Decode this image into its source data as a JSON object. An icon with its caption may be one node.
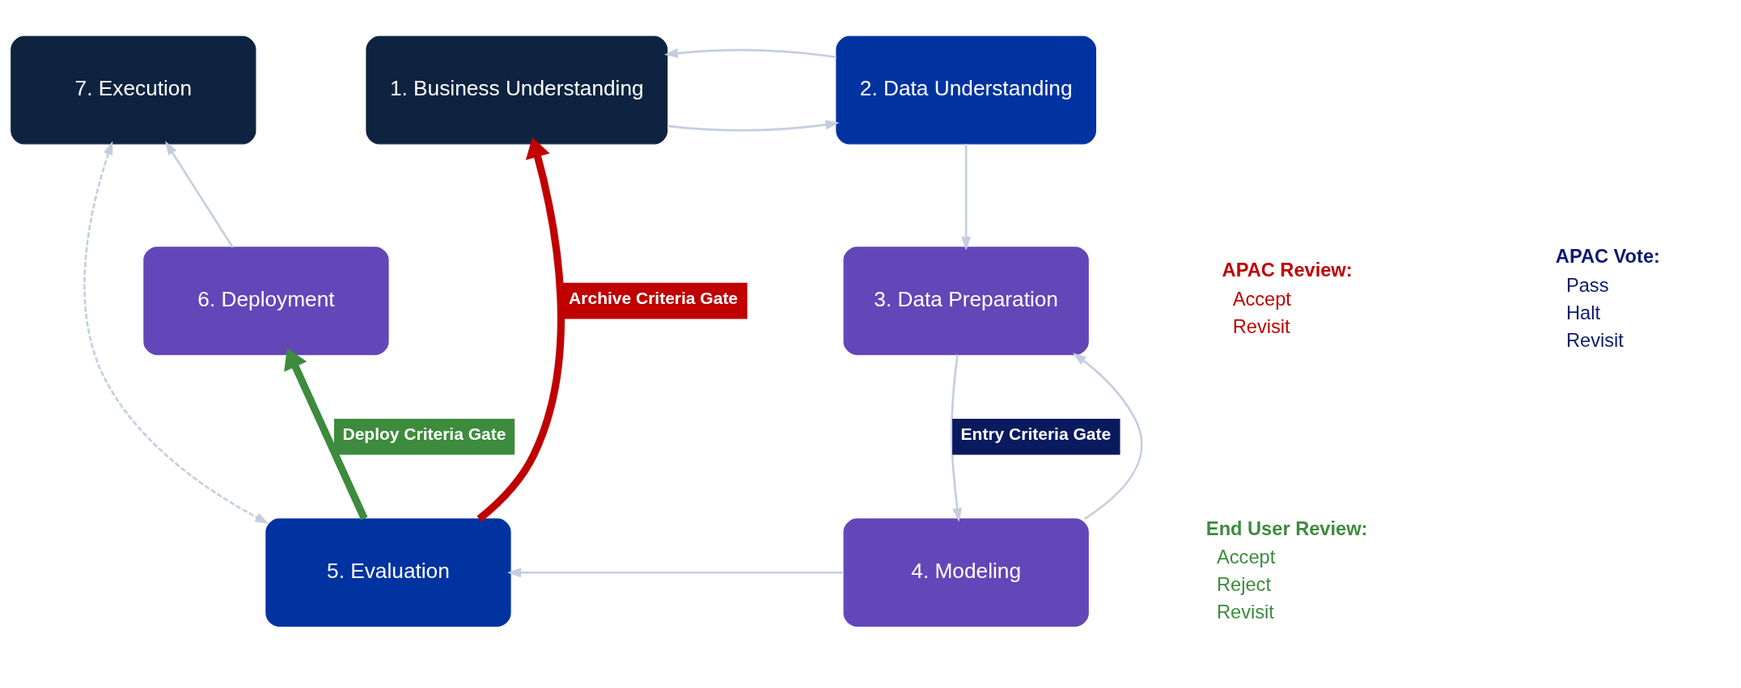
{
  "diagram": {
    "nodes": [
      {
        "text": [
          "7. Execution"
        ]
      },
      {
        "text": [
          "1. Business Understanding"
        ]
      },
      {
        "text": [
          "2. Data Understanding"
        ]
      },
      {
        "text": [
          "6. Deployment"
        ]
      },
      {
        "text": [
          "3. Data Preparation"
        ]
      },
      {
        "text": [
          "5. Evaluation"
        ]
      },
      {
        "text": [
          "4. Modeling"
        ]
      }
    ],
    "edges": [
      {
        "from": 1,
        "to": 2,
        "arrow": "to"
      },
      {
        "from": 2,
        "to": 1,
        "arrow": "to"
      },
      {
        "from": 2,
        "to": 4,
        "arrow": "to"
      },
      {
        "from": 4,
        "to": 6,
        "arrow": "to",
        "label": "Entry Criteria Gate"
      },
      {
        "from": 6,
        "to": 4,
        "arrow": "to"
      },
      {
        "from": 6,
        "to": 5,
        "arrow": "to"
      },
      {
        "from": 5,
        "to": 1,
        "arrow": "to",
        "label": "Archive Criteria Gate",
        "style": "thick",
        "color": "#c00000"
      },
      {
        "from": 5,
        "to": 3,
        "arrow": "to",
        "label": "Deploy Criteria Gate",
        "style": "thick",
        "color": "#3d8b3d"
      },
      {
        "from": 3,
        "to": 0,
        "arrow": "to"
      },
      {
        "from": 0,
        "to": 5,
        "arrow": "both",
        "style": "dashed"
      }
    ],
    "labels": [
      "APAC Review:",
      "Accept",
      "Revisit",
      "APAC Vote:",
      "Pass",
      "Halt",
      "Revisit",
      "End User Review:",
      "Accept",
      "Reject",
      "Revisit"
    ]
  }
}
